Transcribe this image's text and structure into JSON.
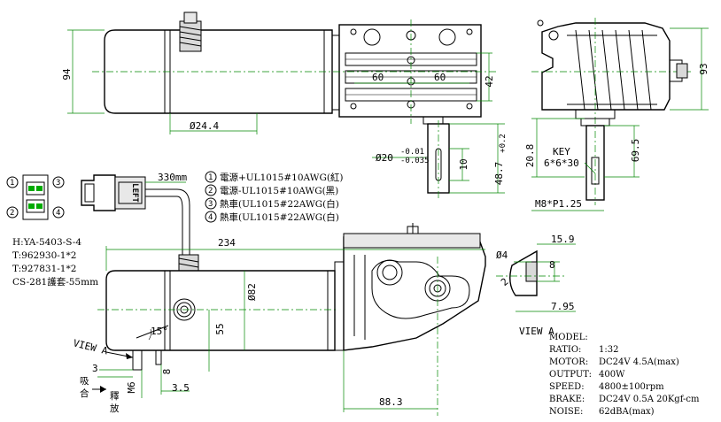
{
  "dims": {
    "top_height": "94",
    "shaft_dia": "Ø24.4",
    "spacing_a": "60",
    "spacing_b": "60",
    "block_h": "42",
    "shaft_tol_dia": "Ø20",
    "tol_upper": "-0.01",
    "tol_lower": "-0.035",
    "keyway_len": "10",
    "shaft_len": "48.7",
    "shaft_len_tol": "+0.2",
    "key_label": "KEY",
    "key_size": "6*6*30",
    "side_h1": "20.8",
    "side_h2": "69.5",
    "side_w": "93",
    "thread": "M8*P1.25",
    "front_len": "234",
    "motor_dia": "Ø82",
    "bolt_h": "55",
    "angle": "15°",
    "view_a_left": "VIEW A",
    "dim_3": "3",
    "dim_m6": "M6",
    "dim_8": "8",
    "dim_35": "3.5",
    "dim_883": "88.3",
    "detail_159": "15.9",
    "detail_phi4": "Ø4",
    "detail_8": "8",
    "detail_2": "2",
    "detail_795": "7.95",
    "view_a_right": "VIEW A",
    "cable_len": "330mm",
    "lamp_left": "釋",
    "lamp_left2": "放",
    "lamp_in": "吸",
    "lamp_in2": "合"
  },
  "connector": {
    "label": "LEFT",
    "pins": [
      "1",
      "2",
      "3",
      "4"
    ]
  },
  "wires": [
    {
      "num": "1",
      "text": "電源+UL1015#10AWG(紅)"
    },
    {
      "num": "2",
      "text": "電源-UL1015#10AWG(黑)"
    },
    {
      "num": "3",
      "text": "熱車(UL1015#22AWG(白)"
    },
    {
      "num": "4",
      "text": "熱車(UL1015#22AWG(白)"
    }
  ],
  "part_info": [
    "H:YA-5403-S-4",
    "T:962930-1*2",
    "T:927831-1*2",
    "CS-281護套-55mm"
  ],
  "specs": [
    {
      "key": "MODEL:",
      "value": ""
    },
    {
      "key": "RATIO:",
      "value": "1:32"
    },
    {
      "key": "MOTOR:",
      "value": "DC24V  4.5A(max)"
    },
    {
      "key": "OUTPUT:",
      "value": "400W"
    },
    {
      "key": "SPEED:",
      "value": "4800±100rpm"
    },
    {
      "key": "BRAKE:",
      "value": "DC24V 0.5A 20Kgf-cm"
    },
    {
      "key": "NOISE:",
      "value": "62dBA(max)"
    }
  ]
}
